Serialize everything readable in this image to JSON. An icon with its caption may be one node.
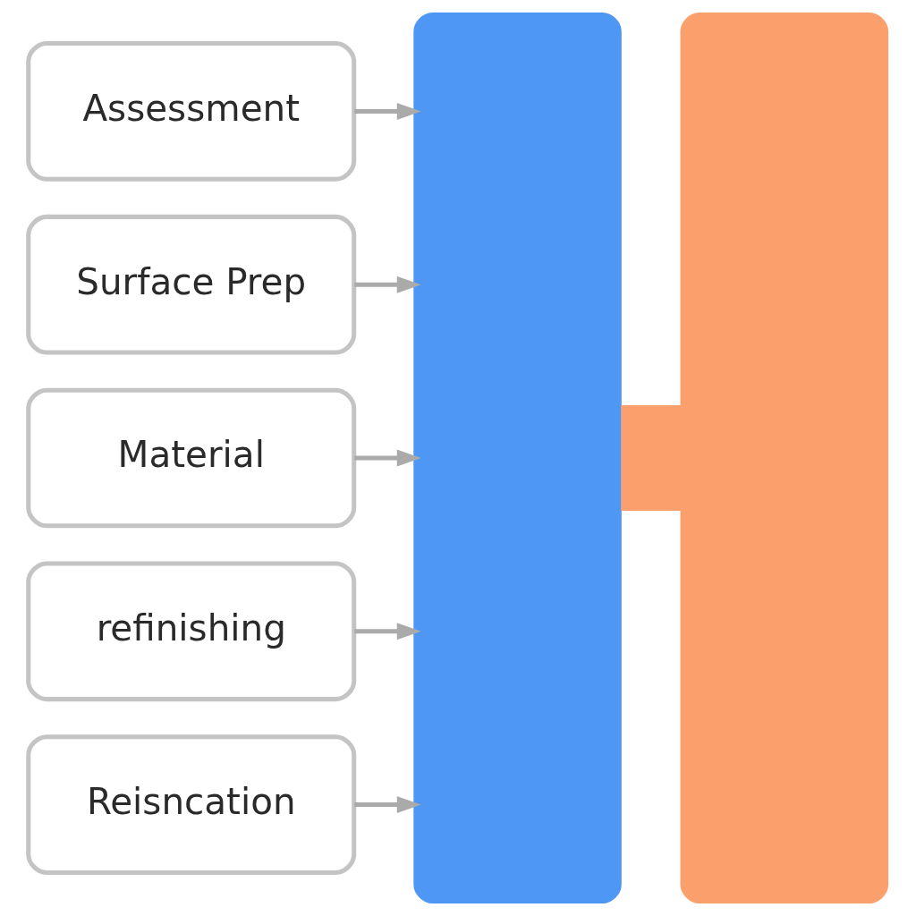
{
  "diagram": {
    "nodes": [
      {
        "text": [
          "Assessment"
        ]
      },
      {
        "text": [
          "Surface Prep"
        ]
      },
      {
        "text": [
          "Material"
        ]
      },
      {
        "text": [
          "refinishing"
        ]
      },
      {
        "text": [
          "Reisncation"
        ]
      },
      {
        "text": [],
        "shape": "bar"
      },
      {
        "text": [],
        "shape": "bar"
      }
    ],
    "edges": [
      {
        "from": 0,
        "to": 5,
        "arrow": "to"
      },
      {
        "from": 1,
        "to": 5,
        "arrow": "to"
      },
      {
        "from": 2,
        "to": 5,
        "arrow": "to"
      },
      {
        "from": 3,
        "to": 5,
        "arrow": "to"
      },
      {
        "from": 4,
        "to": 5,
        "arrow": "to"
      },
      {
        "from": 5,
        "to": 6,
        "arrow": "none",
        "style": "thick",
        "color": "#fba06c"
      }
    ]
  }
}
